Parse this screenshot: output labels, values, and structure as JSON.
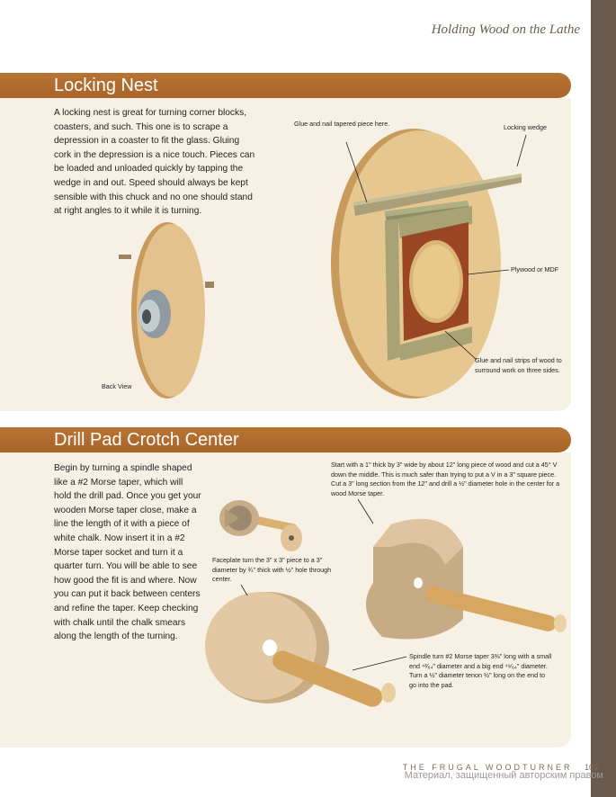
{
  "header": {
    "running_head": "Holding Wood on the Lathe"
  },
  "section1": {
    "title": "Locking Nest",
    "body": "A locking nest is great for turning corner blocks, coasters, and such. This one is to scrape a depression in a coaster to fit the glass. Gluing cork in the depression is a nice touch. Pieces can be loaded and unloaded quickly by tapping the wedge in and out. Speed should always be kept sensible with this chuck and no one should stand at right angles to it while it is turning.",
    "callouts": {
      "glue_nail": "Glue and nail tapered piece here.",
      "locking_wedge": "Locking wedge",
      "plywood": "Plywood or MDF",
      "strips": "Glue and nail strips of wood to surround work on three sides.",
      "back_view": "Back View"
    }
  },
  "section2": {
    "title": "Drill Pad Crotch Center",
    "body": "Begin by turning a spindle shaped like a #2 Morse taper, which will hold the drill pad. Once you get your wooden Morse taper close, make a line the length of it with a piece of white chalk. Now insert it in a #2 Morse taper socket and turn it a quarter turn. You will be able to see how good the fit is and where. Now you can put it back between centers and refine the taper. Keep checking with chalk until the chalk smears along the length of the turning.",
    "callouts": {
      "start": "Start with a 1\" thick by 3\" wide by about 12\" long piece of wood and cut a 45° V down the middle. This is much safer than trying to put a V in a 3\" square piece. Cut a 3\" long section from the 12\" and drill a ½\" diameter hole in the center for a wood Morse taper.",
      "faceplate": "Faceplate turn the 3\" x 3\" piece to a 3\" diameter by ¾\" thick with ½\" hole through center.",
      "spindle": "Spindle turn #2 Morse taper 3⅜\" long with a small end ⁴³⁄₆₄\" diameter and a big end ⁴⁹⁄₆₄\" diameter. Turn a ½\" diameter tenon ½\" long on the end to go into the pad."
    }
  },
  "footer": {
    "book_title": "THE FRUGAL WOODTURNER",
    "page_number": "109",
    "watermark": "Материал, защищенный авторским правом"
  },
  "colors": {
    "band": "#b06c2e",
    "panel": "#f6f1e4",
    "sidebar": "#6b5a4b",
    "wood": "#e2c08a"
  }
}
